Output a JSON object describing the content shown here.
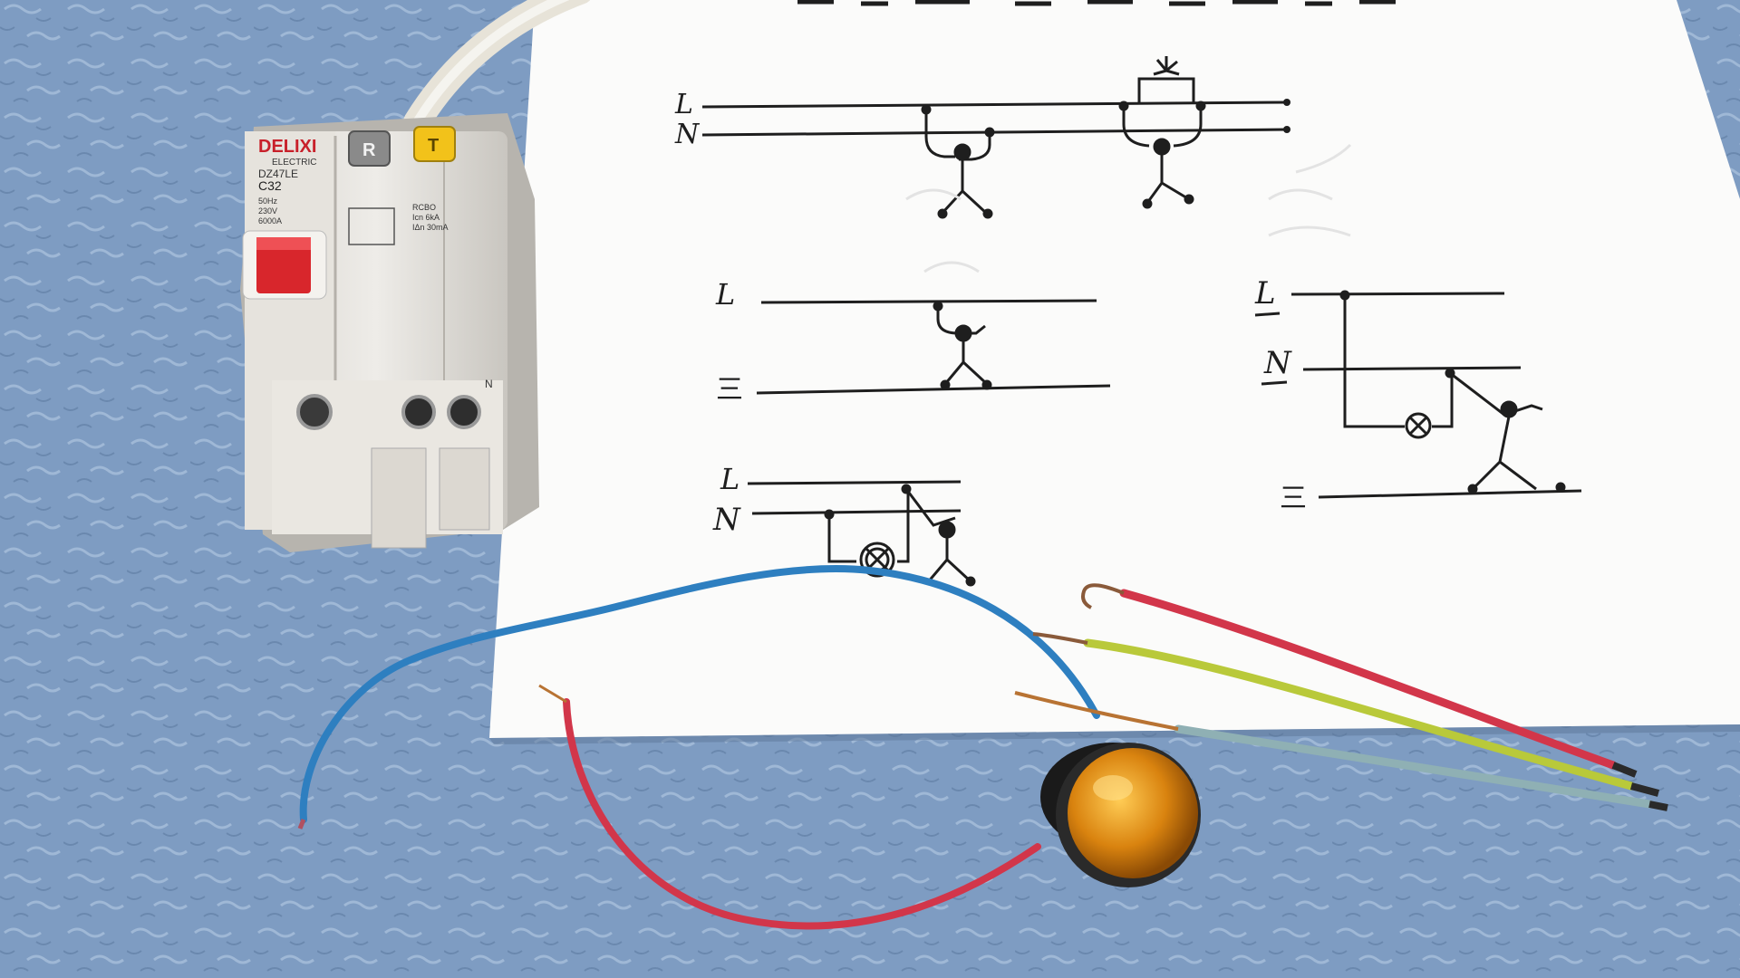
{
  "colors": {
    "tablecloth": "#7e9cc2",
    "paper": "#fbfbfa",
    "ink": "#1e1e1e",
    "breaker_body": "#e9e7e2",
    "breaker_lever": "#d8262c",
    "brand_red": "#c8202a",
    "test_button": "#f2c21a",
    "reset_button": "#8a8a8a",
    "wire_blue": "#2e7fc0",
    "wire_red": "#d2364a",
    "wire_yellow_green": "#b9c93a",
    "wire_gray": "#8fb0b4",
    "indicator_amber": "#d9830f"
  },
  "breaker": {
    "brand": "DELIXI",
    "sub_brand": "ELECTRIC",
    "model": "DZ47LE",
    "rating": "C32",
    "reset_label": "R",
    "test_label": "T",
    "spec_lines": [
      "50Hz",
      "230V",
      "6000A"
    ],
    "right_spec_lines": [
      "RCBO",
      "Icn 6kA",
      "IΔn 30mA"
    ],
    "terminal_label": "N"
  },
  "diagrams": {
    "diagram1": {
      "line_label": "L",
      "neutral_label": "N"
    },
    "diagram2": {
      "line_label": "L",
      "ground_label": "三"
    },
    "diagram3": {
      "line_label": "L",
      "neutral_label": "N",
      "ground_label": "三"
    },
    "diagram4": {
      "line_label": "L",
      "neutral_label": "N"
    }
  },
  "icons": [
    "circuit-breaker-icon",
    "stick-figure-icon",
    "lamp-symbol-icon",
    "indicator-lamp-icon"
  ]
}
